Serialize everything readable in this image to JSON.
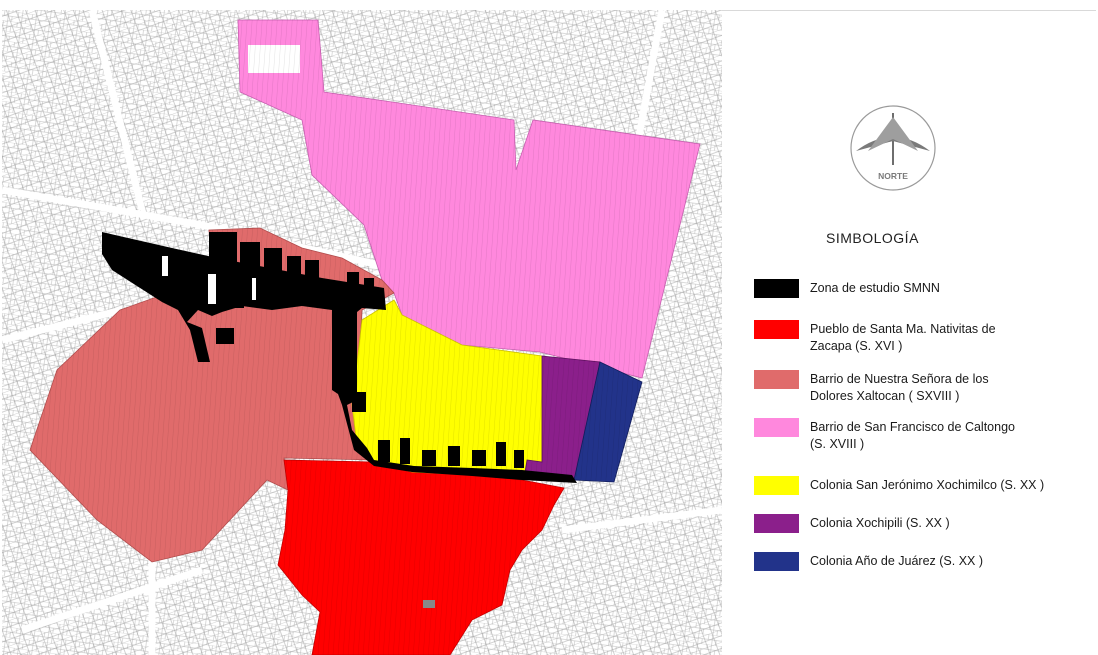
{
  "north_label": "NORTE",
  "legend": {
    "title": "SIMBOLOGÍA",
    "items": [
      {
        "label": "Zona de estudio SMNN",
        "color": "#000000"
      },
      {
        "label": "Pueblo de Santa Ma. Nativitas de\nZacapa (S. XVI )",
        "color": "#ff0000"
      },
      {
        "label": "Barrio de Nuestra Señora de los\nDolores Xaltocan ( SXVIII )",
        "color": "#e06b6b"
      },
      {
        "label": "Barrio de San Francisco de Caltongo\n(S. XVIII )",
        "color": "#ff88dd"
      },
      {
        "label": "Colonia San Jerónimo Xochimilco (S. XX )",
        "color": "#ffff00"
      },
      {
        "label": "Colonia Xochipili (S. XX )",
        "color": "#8b1f8b"
      },
      {
        "label": "Colonia Año de Juárez (S. XX )",
        "color": "#22338a"
      }
    ]
  }
}
